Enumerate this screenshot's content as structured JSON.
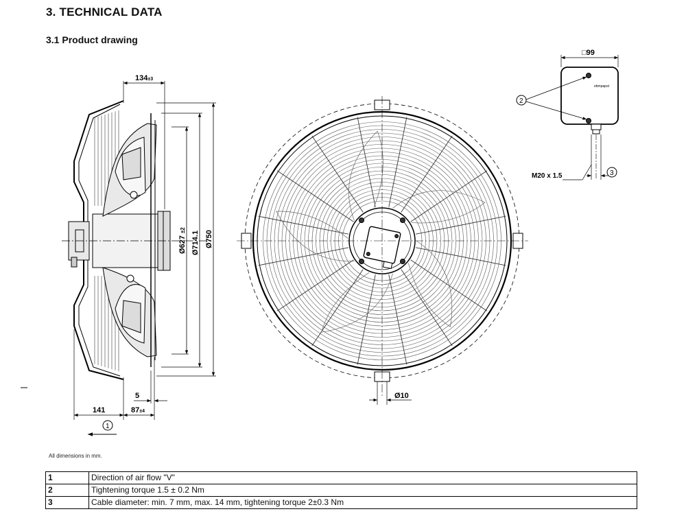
{
  "heading": "3. TECHNICAL DATA",
  "subheading": "3.1 Product drawing",
  "dimensions": {
    "depth_top": "134",
    "depth_top_tol": "±3",
    "dia_627": "Ø627",
    "dia_627_tol": "±2",
    "dia_714": "Ø714.1",
    "dia_750": "Ø750",
    "bottom_141": "141",
    "bottom_5": "5",
    "bottom_87": "87",
    "bottom_87_tol": "±4",
    "hole_dia": "Ø10",
    "box_size": "□99",
    "thread": "M20 x 1.5"
  },
  "callouts": {
    "c1": "1",
    "c2": "2",
    "c3": "3"
  },
  "box_brand": "ebmpapst",
  "note": "All dimensions in mm.",
  "legend": [
    {
      "num": "1",
      "text": "Direction of air flow \"V\""
    },
    {
      "num": "2",
      "text": "Tightening torque 1.5 ± 0.2 Nm"
    },
    {
      "num": "3",
      "text": "Cable diameter: min. 7 mm, max. 14 mm, tightening torque 2±0.3 Nm"
    }
  ]
}
